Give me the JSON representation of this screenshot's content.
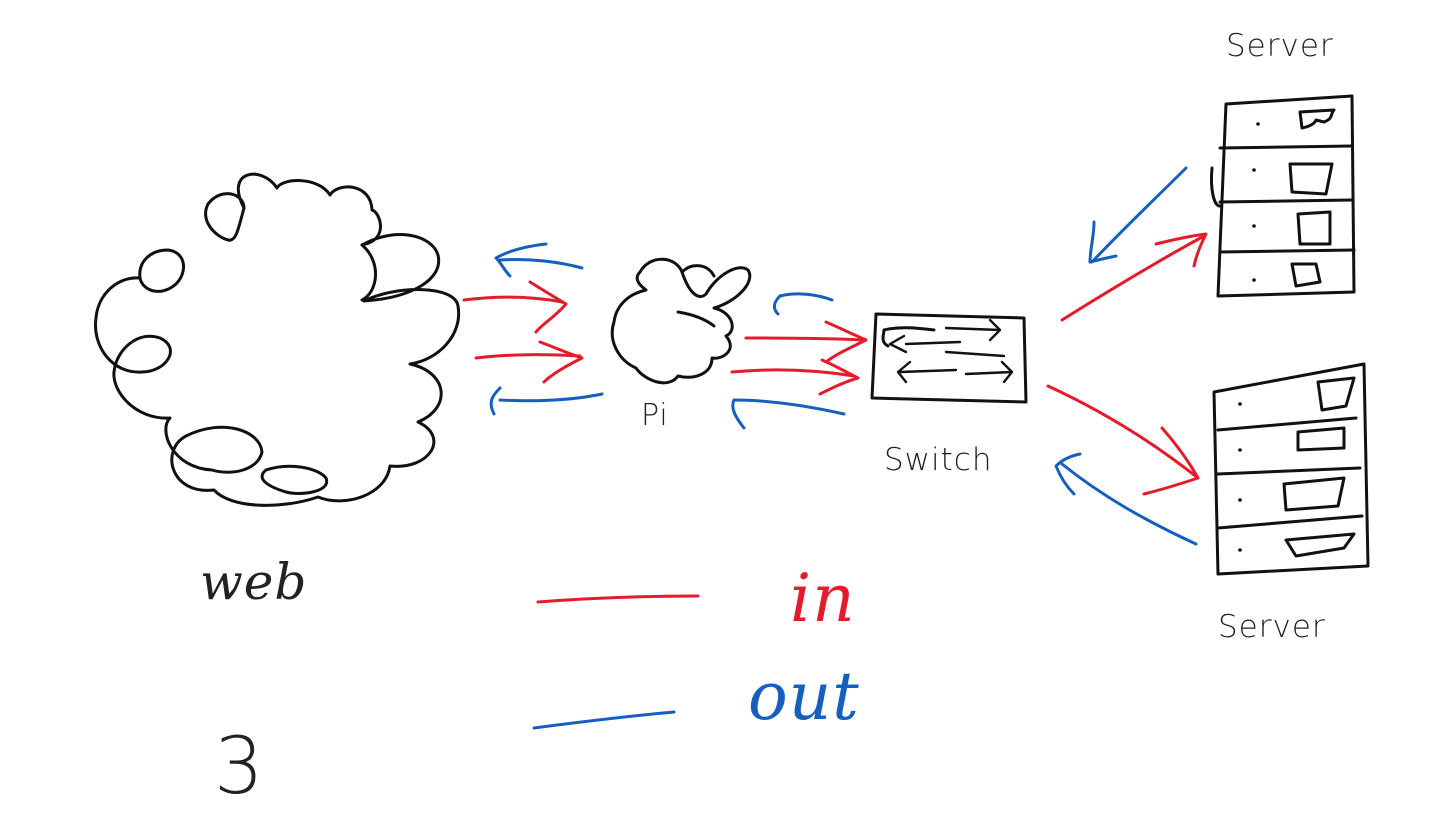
{
  "labels": {
    "server_top": "Server",
    "server_bottom": "Server",
    "pi": "Pi",
    "switch": "Switch",
    "web": "web",
    "figure_number": "3"
  },
  "legend": {
    "in_label": "in",
    "out_label": "out",
    "in_color": "#e31c2b",
    "out_color": "#1560bd"
  },
  "nodes": [
    "web-cloud",
    "pi",
    "switch",
    "server",
    "server"
  ],
  "connections": [
    {
      "from": "web",
      "to": "pi",
      "inbound": 2,
      "outbound": 2
    },
    {
      "from": "pi",
      "to": "switch",
      "inbound": 2,
      "outbound": 2
    },
    {
      "from": "switch",
      "to": "server-top",
      "inbound": 1,
      "outbound": 1
    },
    {
      "from": "switch",
      "to": "server-bottom",
      "inbound": 1,
      "outbound": 1
    }
  ]
}
